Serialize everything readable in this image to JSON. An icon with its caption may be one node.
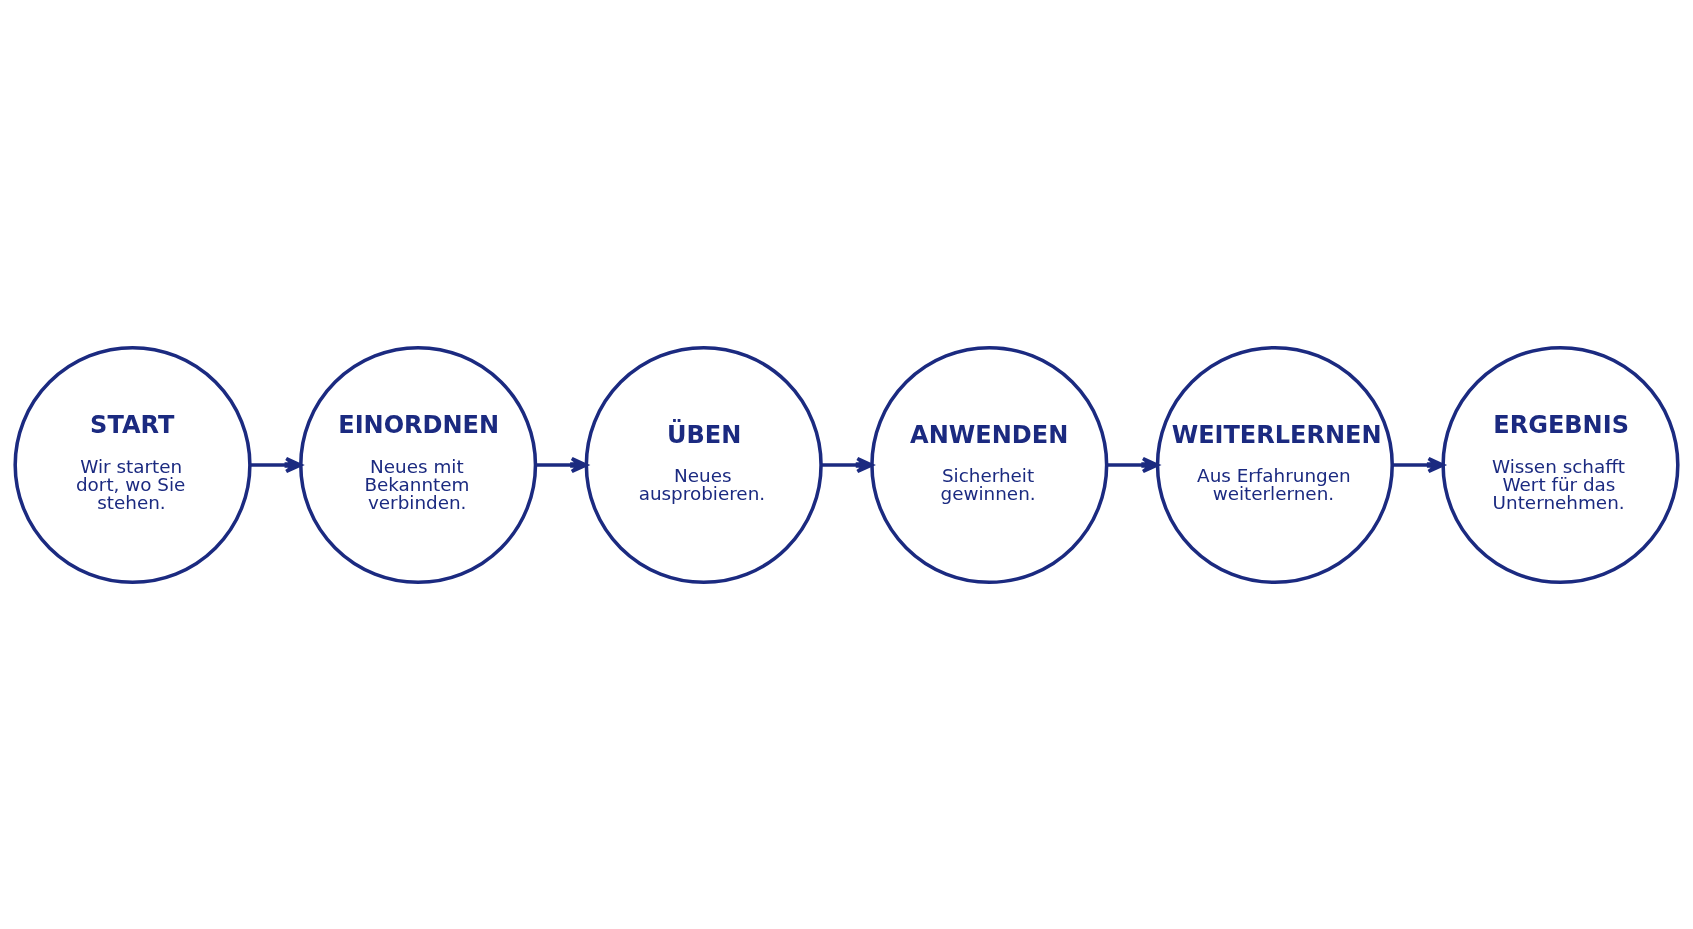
{
  "diagram": {
    "nodes": [
      {
        "text": [
          "START",
          "Wir starten dort, wo Sie stehen."
        ]
      },
      {
        "text": [
          "EINORDNEN",
          "Neues mit Bekanntem verbinden."
        ]
      },
      {
        "text": [
          "ÜBEN",
          "Neues ausprobieren."
        ]
      },
      {
        "text": [
          "ANWENDEN",
          "Sicherheit gewinnen."
        ]
      },
      {
        "text": [
          "WEITERLERNEN",
          "Aus Erfahrungen weiterlernen."
        ]
      },
      {
        "text": [
          "ERGEBNIS",
          "Wissen schafft Wert für das Unternehmen."
        ]
      }
    ],
    "edges": [
      {
        "from": 0,
        "to": 1,
        "arrow": "to"
      },
      {
        "from": 1,
        "to": 2,
        "arrow": "to"
      },
      {
        "from": 2,
        "to": 3,
        "arrow": "to"
      },
      {
        "from": 3,
        "to": 4,
        "arrow": "to"
      },
      {
        "from": 4,
        "to": 5,
        "arrow": "to"
      }
    ]
  }
}
